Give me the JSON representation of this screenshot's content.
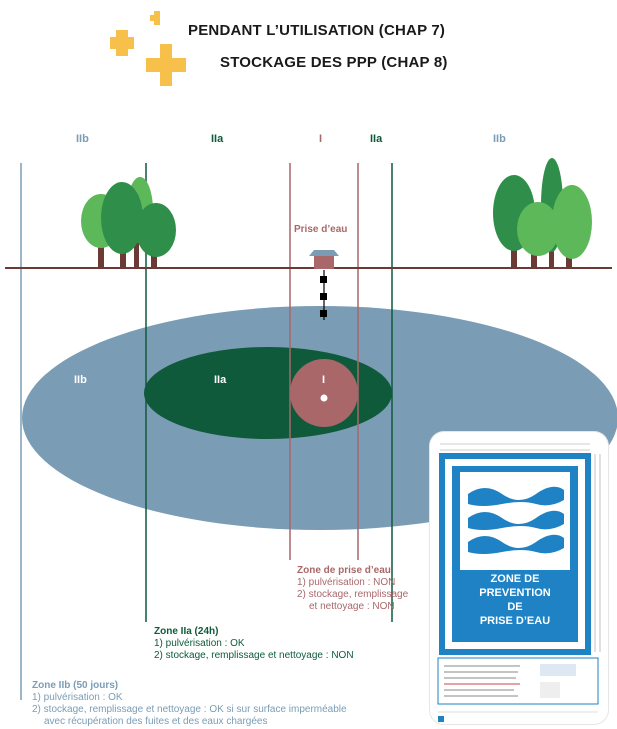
{
  "header": {
    "line1": "PENDANT L’UTILISATION (CHAP 7)",
    "line2": "STOCKAGE DES PPP (CHAP 8)",
    "accent_color": "#f7c04a"
  },
  "top_labels": {
    "iib_left": "IIb",
    "iia_left": "IIa",
    "i": "I",
    "iia_right": "IIa",
    "iib_right": "IIb"
  },
  "map_labels": {
    "iib": "IIb",
    "iia": "IIa",
    "i": "I",
    "prise": "Prise d’eau"
  },
  "legend_i": {
    "title": "Zone de prise d’eau",
    "l1": "1) pulvérisation : NON",
    "l2": "2) stockage, remplissage",
    "l3": "et nettoyage : NON"
  },
  "legend_iia": {
    "title": "Zone IIa (24h)",
    "l1": "1) pulvérisation : OK",
    "l2": "2) stockage, remplissage et nettoyage : NON"
  },
  "legend_iib": {
    "title": "Zone IIb (50 jours)",
    "l1": "1) pulvérisation : OK",
    "l2": "2) stockage, remplissage et nettoyage : OK si sur surface imperméable",
    "l3": "avec récupération des fuites et des eaux chargées"
  },
  "sign": {
    "line1": "ZONE DE",
    "line2": "PREVENTION",
    "line3": "DE",
    "line4": "PRISE D’EAU"
  },
  "colors": {
    "iib": "#7a9db5",
    "iia": "#0e5a3a",
    "i": "#a9676a",
    "ground": "#6b3a35",
    "tree_dark": "#2f8f4a",
    "tree_light": "#5db85a",
    "sign_blue": "#1e82c4"
  }
}
